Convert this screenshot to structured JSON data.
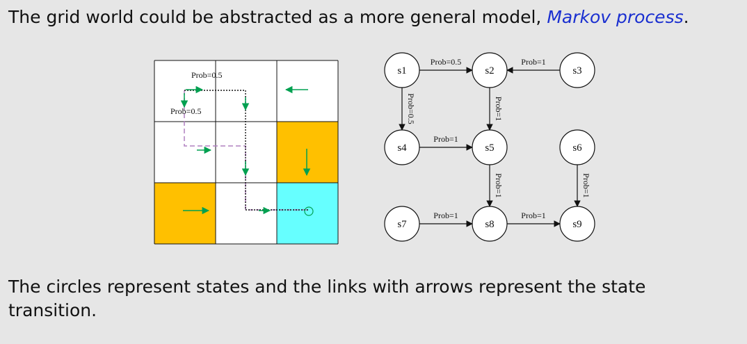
{
  "slide": {
    "intro_prefix": "The grid world could be abstracted as a more general model, ",
    "intro_link": "Markov process",
    "intro_suffix": ".",
    "caption": "The circles represent states and the links with arrows represent the state transition."
  },
  "colors": {
    "background": "#e6e6e6",
    "forbidden_cell": "#ffc000",
    "target_cell": "#66ffff",
    "policy_arrow": "#00a050",
    "dashed_path": "#b080c0",
    "link_text": "#1a2fd0"
  },
  "grid_world": {
    "rows": 3,
    "cols": 3,
    "cells": [
      [
        "white",
        "white",
        "white"
      ],
      [
        "white",
        "white",
        "forbidden"
      ],
      [
        "forbidden",
        "white",
        "target"
      ]
    ],
    "policy_arrows": [
      {
        "row": 0,
        "col": 2,
        "direction": "left"
      },
      {
        "row": 1,
        "col": 2,
        "direction": "down"
      },
      {
        "row": 2,
        "col": 0,
        "direction": "right"
      },
      {
        "row": 1,
        "col": 1,
        "direction": "down"
      },
      {
        "row": 1,
        "col": 0,
        "direction": "right"
      }
    ],
    "labels": [
      {
        "text": "Prob=0.5",
        "name": "prob-label-top"
      },
      {
        "text": "Prob=0.5",
        "name": "prob-label-left"
      }
    ]
  },
  "markov_graph": {
    "states": [
      {
        "id": "s1",
        "label": "s1"
      },
      {
        "id": "s2",
        "label": "s2"
      },
      {
        "id": "s3",
        "label": "s3"
      },
      {
        "id": "s4",
        "label": "s4"
      },
      {
        "id": "s5",
        "label": "s5"
      },
      {
        "id": "s6",
        "label": "s6"
      },
      {
        "id": "s7",
        "label": "s7"
      },
      {
        "id": "s8",
        "label": "s8"
      },
      {
        "id": "s9",
        "label": "s9"
      }
    ],
    "transitions": [
      {
        "from": "s1",
        "to": "s2",
        "label": "Prob=0.5"
      },
      {
        "from": "s3",
        "to": "s2",
        "label": "Prob=1"
      },
      {
        "from": "s1",
        "to": "s4",
        "label": "Prob=0.5"
      },
      {
        "from": "s2",
        "to": "s5",
        "label": "Prob=1"
      },
      {
        "from": "s4",
        "to": "s5",
        "label": "Prob=1"
      },
      {
        "from": "s5",
        "to": "s8",
        "label": "Prob=1"
      },
      {
        "from": "s6",
        "to": "s9",
        "label": "Prob=1"
      },
      {
        "from": "s7",
        "to": "s8",
        "label": "Prob=1"
      },
      {
        "from": "s8",
        "to": "s9",
        "label": "Prob=1"
      }
    ]
  }
}
